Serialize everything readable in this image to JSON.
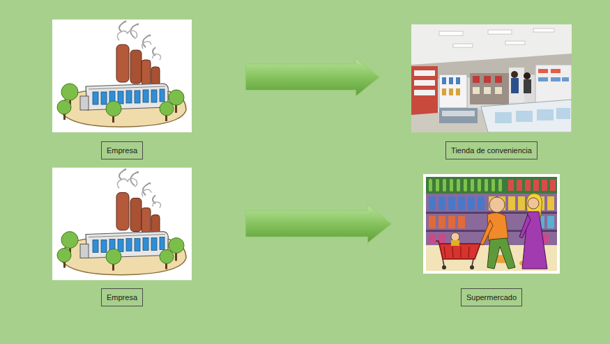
{
  "diagram": {
    "nodes": [
      {
        "text": [
          "Empresa"
        ]
      },
      {
        "text": [
          "Tienda de conveniencia"
        ]
      },
      {
        "text": [
          "Empresa"
        ]
      },
      {
        "text": [
          "Supermercado"
        ]
      }
    ],
    "edges": [
      {
        "from": 0,
        "to": 1,
        "arrow": "to"
      },
      {
        "from": 2,
        "to": 3,
        "arrow": "to"
      }
    ]
  }
}
